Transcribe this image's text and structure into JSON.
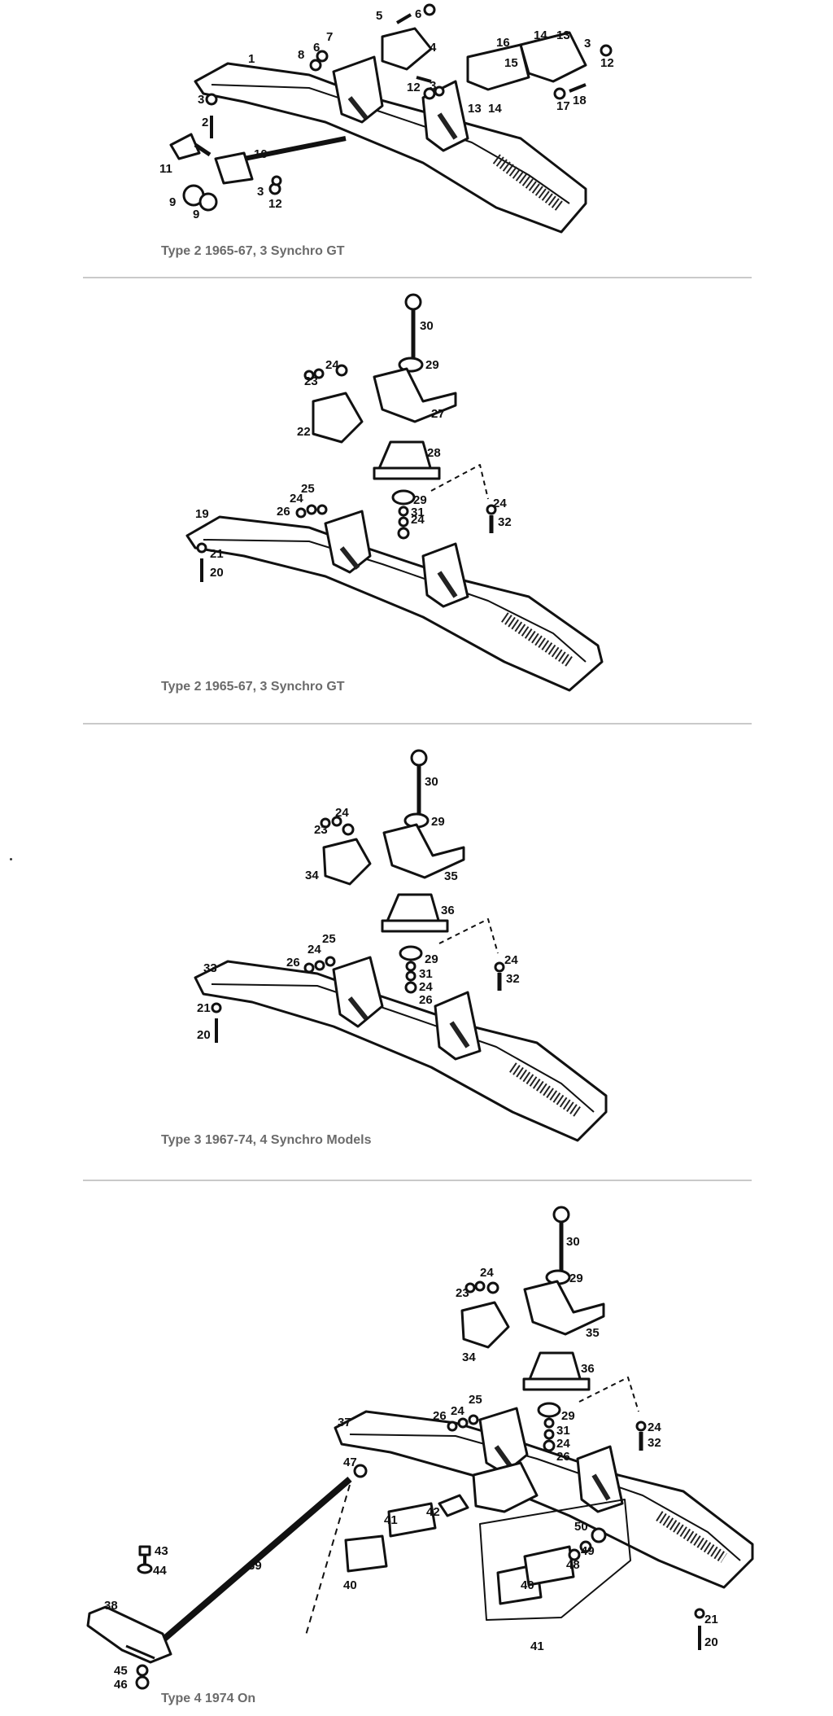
{
  "captions": {
    "p1": "Type 2 1965-67, 3 Synchro GT",
    "p2": "Type 2 1965-67, 3 Synchro GT",
    "p3": "Type 3 1967-74, 4 Synchro Models",
    "p4": "Type 4 1974 On"
  },
  "labels": {
    "p1": [
      "1",
      "2",
      "3",
      "3",
      "3",
      "3",
      "4",
      "5",
      "6",
      "6",
      "7",
      "8",
      "9",
      "9",
      "10",
      "11",
      "12",
      "12",
      "12",
      "13",
      "13",
      "14",
      "14",
      "15",
      "16",
      "17",
      "18"
    ],
    "p2": [
      "19",
      "20",
      "21",
      "22",
      "23",
      "24",
      "24",
      "24",
      "24",
      "25",
      "26",
      "27",
      "28",
      "29",
      "29",
      "30",
      "31",
      "32"
    ],
    "p3": [
      "20",
      "21",
      "23",
      "24",
      "24",
      "24",
      "24",
      "25",
      "26",
      "26",
      "29",
      "29",
      "30",
      "31",
      "32",
      "33",
      "34",
      "35",
      "36"
    ],
    "p4": [
      "20",
      "21",
      "23",
      "24",
      "24",
      "24",
      "24",
      "25",
      "26",
      "26",
      "29",
      "29",
      "30",
      "31",
      "32",
      "34",
      "35",
      "36",
      "37",
      "38",
      "39",
      "40",
      "40",
      "41",
      "41",
      "42",
      "43",
      "44",
      "45",
      "46",
      "47",
      "48",
      "49",
      "50"
    ]
  }
}
